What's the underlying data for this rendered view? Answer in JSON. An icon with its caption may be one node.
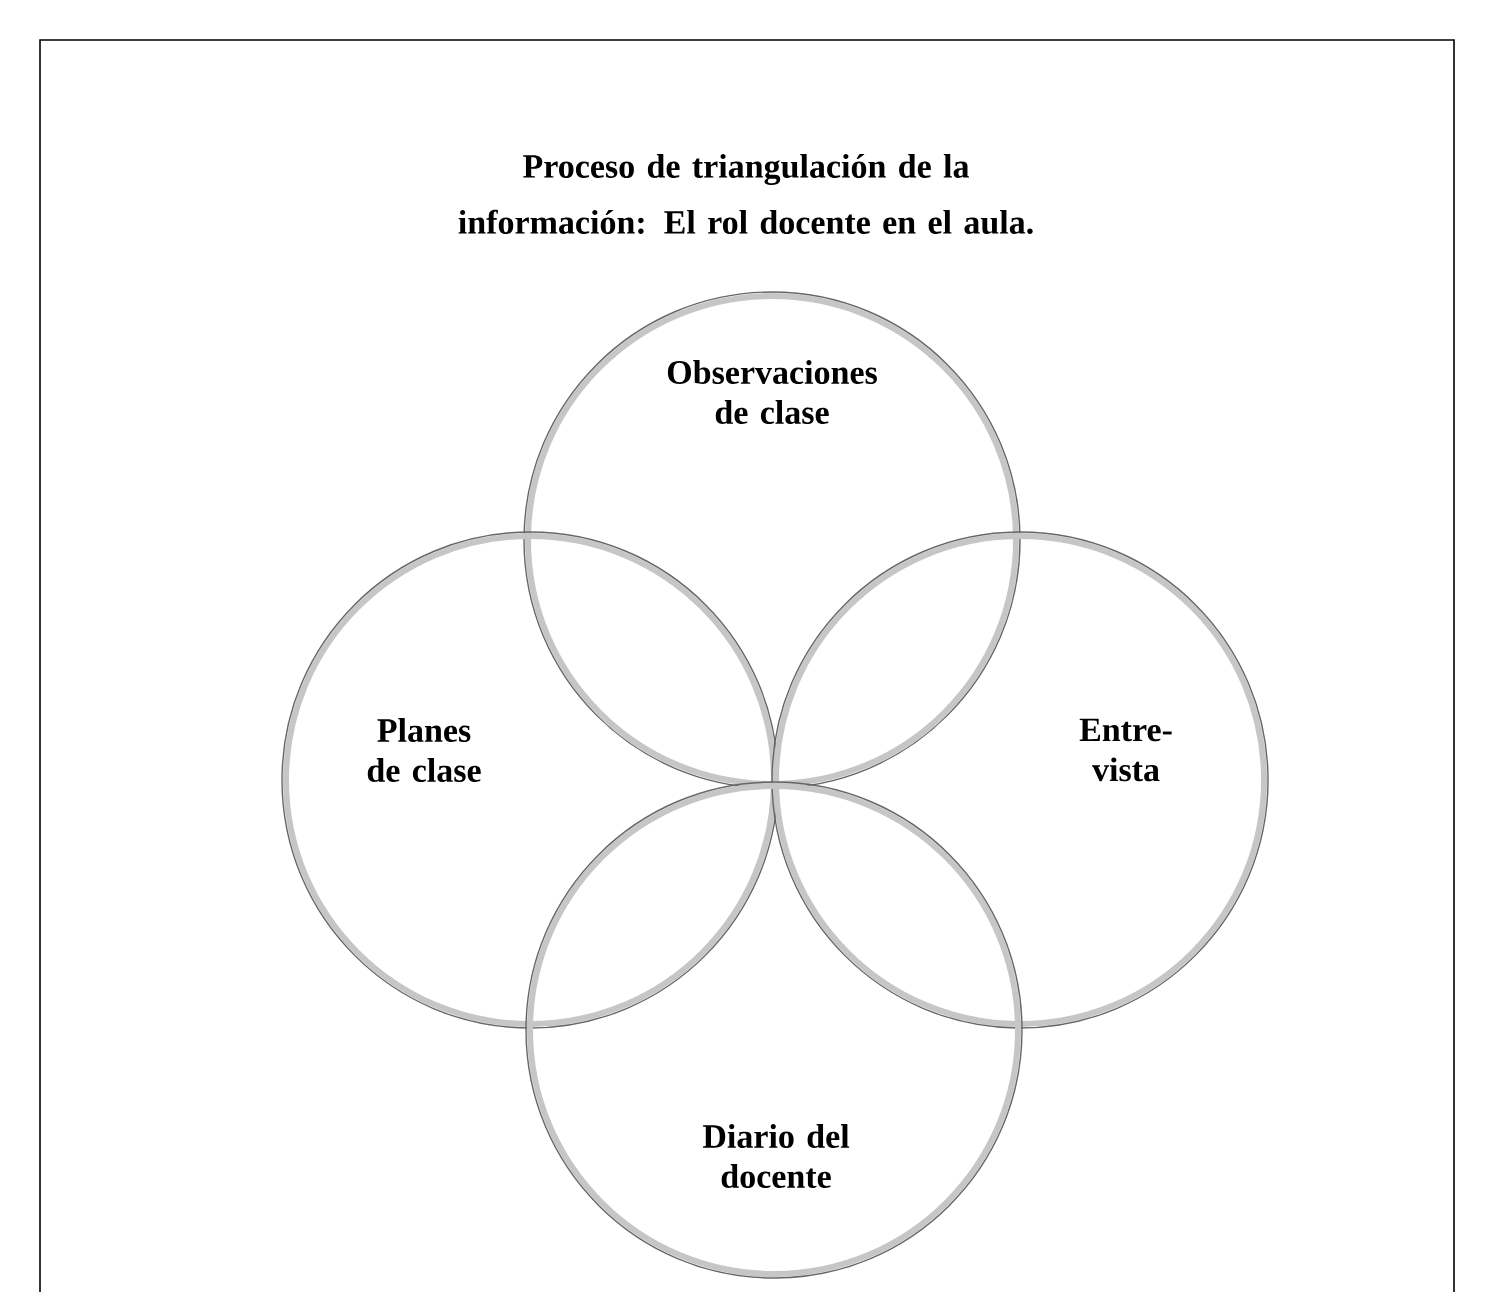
{
  "diagram": {
    "title": "Proceso de triangulación de la información: El rol docente en el aula.",
    "nodes": [
      {
        "text": [
          "Observaciones de clase"
        ]
      },
      {
        "text": [
          "Planes de clase"
        ]
      },
      {
        "text": [
          "Entre- vista"
        ]
      },
      {
        "text": [
          "Diario del docente"
        ]
      }
    ]
  }
}
